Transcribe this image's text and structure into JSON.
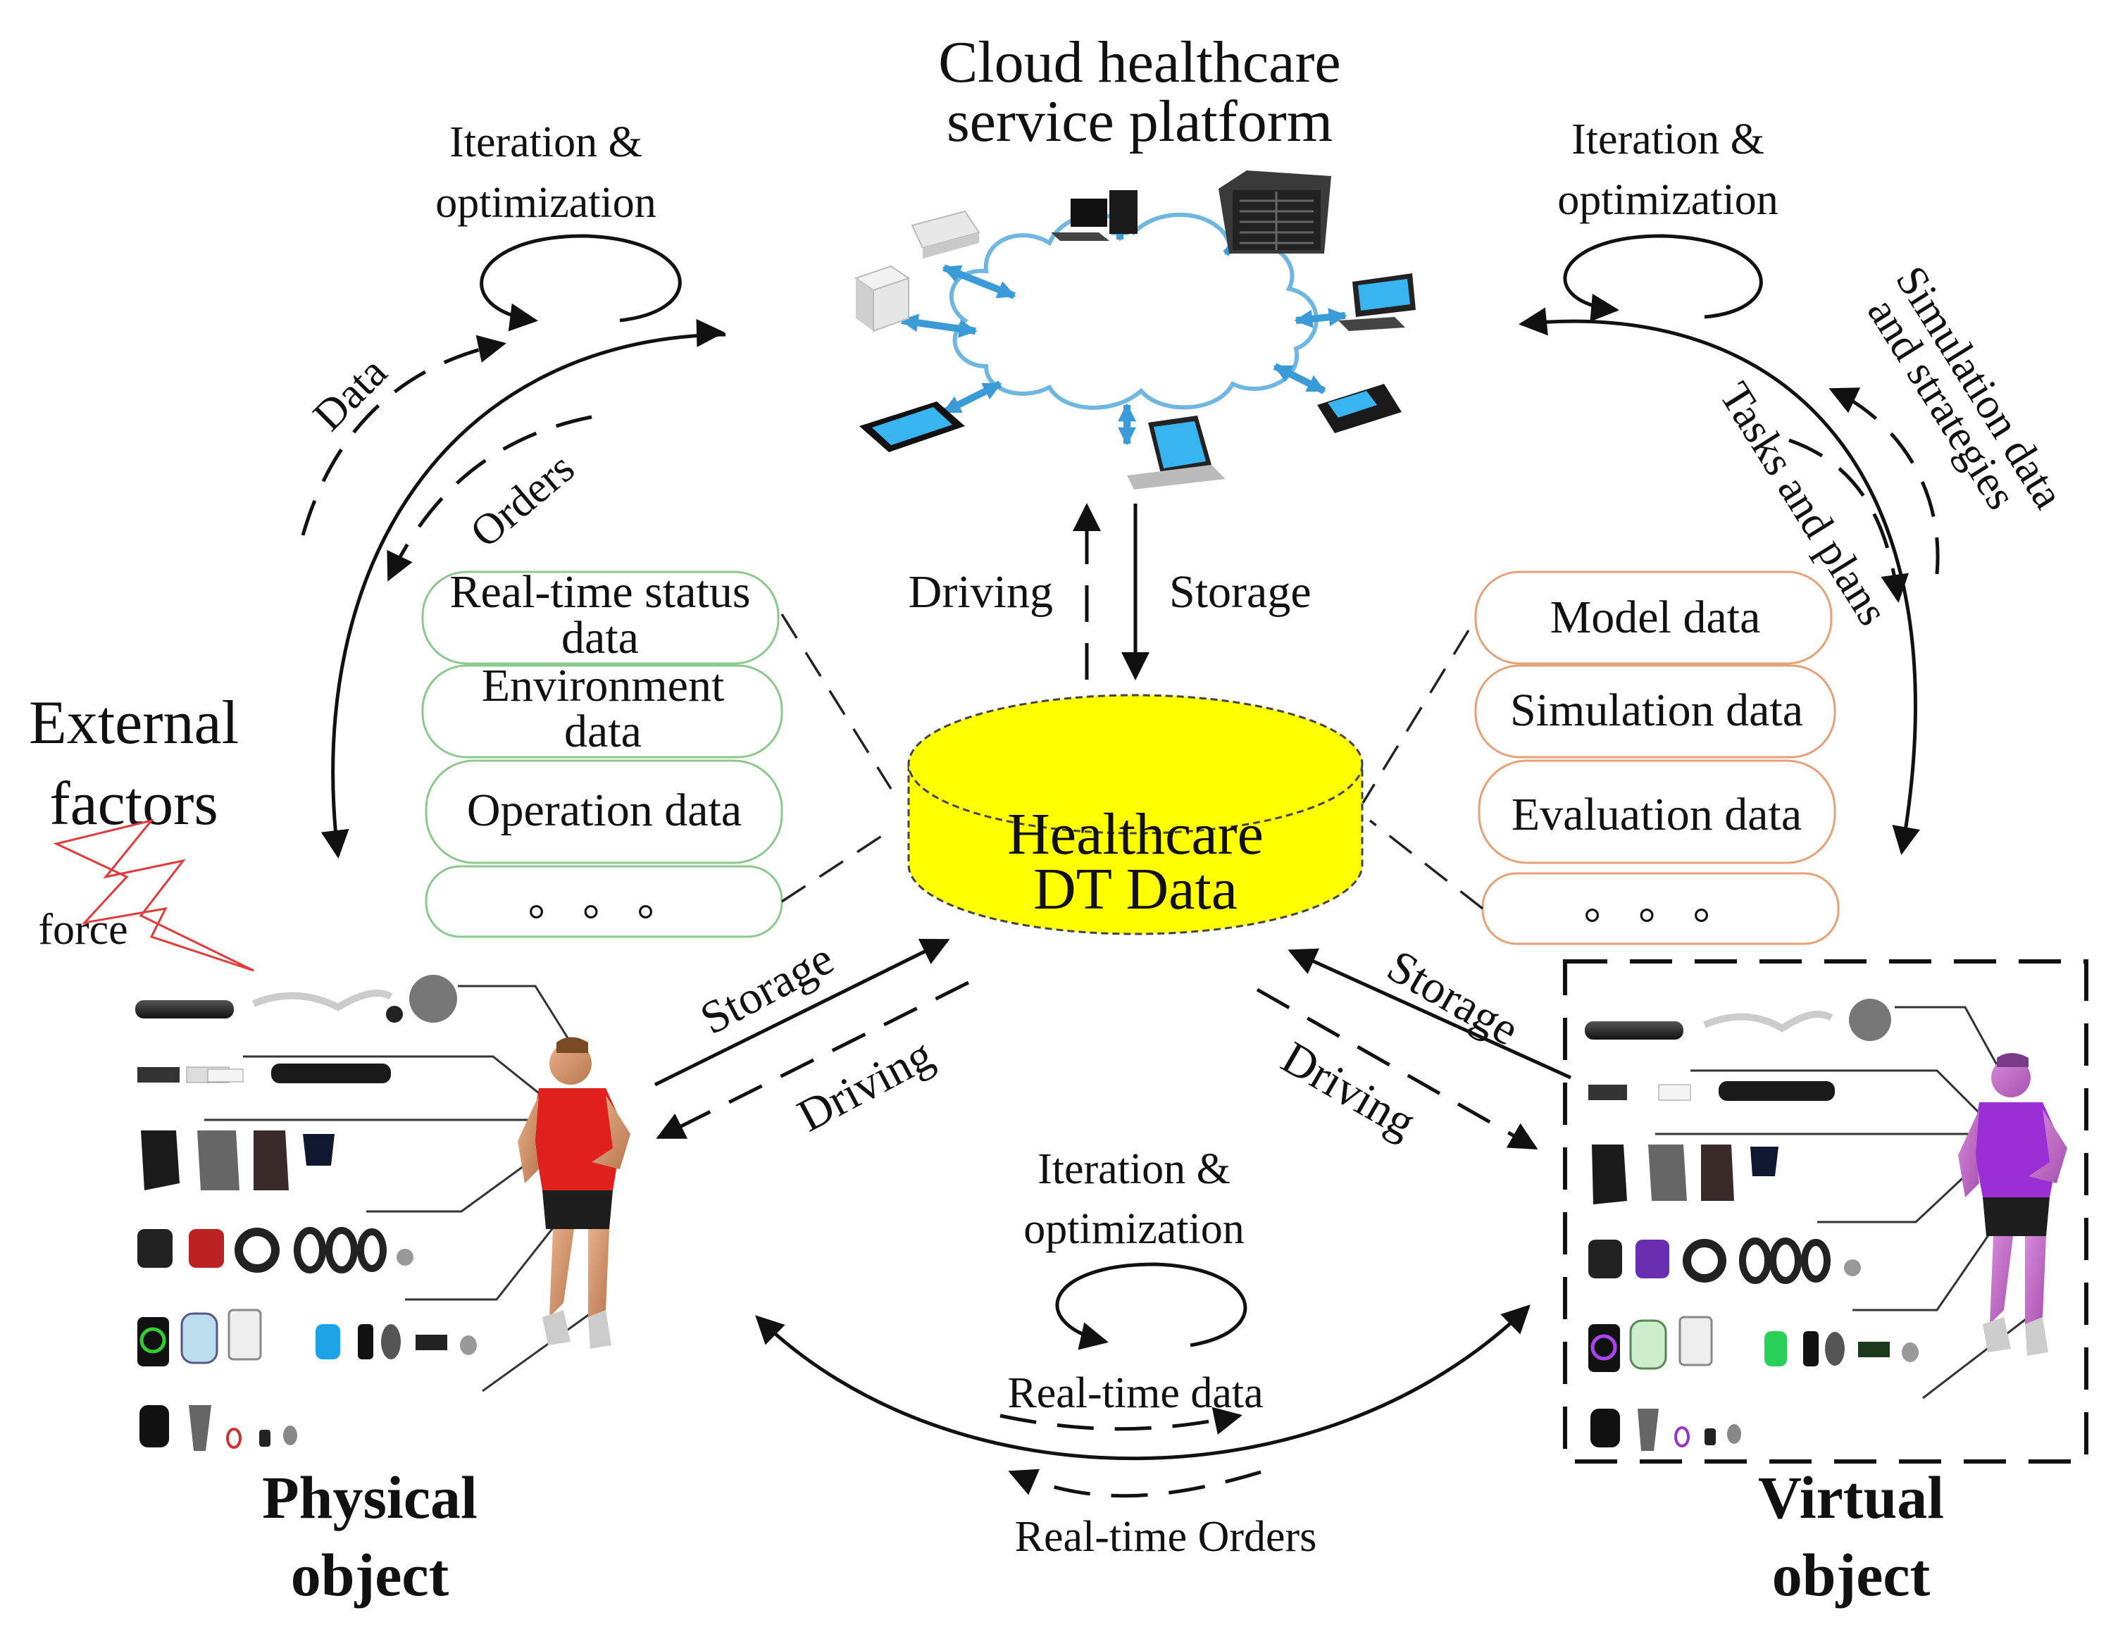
{
  "cloud": {
    "title_line1": "Cloud healthcare",
    "title_line2": "service platform"
  },
  "center": {
    "line1": "Healthcare",
    "line2": "DT Data",
    "fill_color": "#ffff00"
  },
  "loops": {
    "top_left": {
      "line1": "Iteration &",
      "line2": "optimization"
    },
    "top_right": {
      "line1": "Iteration &",
      "line2": "optimization"
    },
    "bottom": {
      "line1": "Iteration &",
      "line2": "optimization"
    }
  },
  "edges": {
    "data": "Data",
    "orders": "Orders",
    "driving_top": "Driving",
    "storage_top": "Storage",
    "simulation_line1": "Simulation data",
    "simulation_line2": "and strategies",
    "tasks": "Tasks and plans",
    "storage_left": "Storage",
    "driving_left": "Driving",
    "storage_right": "Storage",
    "driving_right": "Driving",
    "realtime_data": "Real-time data",
    "realtime_orders": "Real-time Orders"
  },
  "external": {
    "line1": "External",
    "line2": "factors",
    "force": "force"
  },
  "left_stack": {
    "items": [
      {
        "line1": "Real-time status",
        "line2": "data"
      },
      {
        "line1": "Environment",
        "line2": "data"
      },
      {
        "line1": "Operation data",
        "line2": ""
      },
      {
        "line1": "。 。 。",
        "line2": ""
      }
    ],
    "border_color": "#8cc98c"
  },
  "right_stack": {
    "items": [
      {
        "line1": "Model data"
      },
      {
        "line1": "Simulation data"
      },
      {
        "line1": "Evaluation data"
      },
      {
        "line1": "。 。 。"
      }
    ],
    "border_color": "#e6a277"
  },
  "objects": {
    "physical_line1": "Physical",
    "physical_line2": "object",
    "virtual_line1": "Virtual",
    "virtual_line2": "object",
    "physical_shirt_color": "#e0201c",
    "virtual_shirt_color": "#9b2fd6"
  }
}
